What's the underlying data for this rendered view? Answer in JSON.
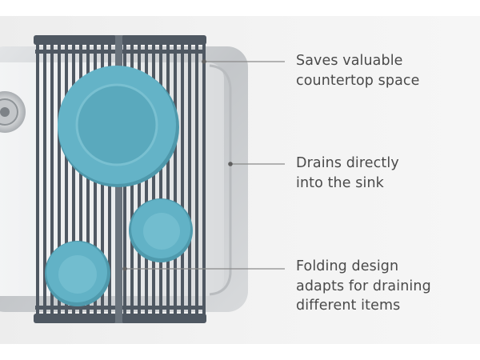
{
  "scene": {
    "subject": "over-the-sink roll-up drying rack holding a plate and two bowls",
    "colors": {
      "background": "#f2f2f2",
      "rack": "#4f5862",
      "dish_teal": "#5fb0c4",
      "sink_steel": "#c9cccf",
      "leader_line": "#8a8a8a",
      "text": "#4a4a4a"
    }
  },
  "callouts": [
    {
      "lines": [
        "Saves valuable",
        "countertop space"
      ]
    },
    {
      "lines": [
        "Drains directly",
        "into the sink"
      ]
    },
    {
      "lines": [
        "Folding design",
        "adapts for draining",
        "different items"
      ]
    }
  ]
}
